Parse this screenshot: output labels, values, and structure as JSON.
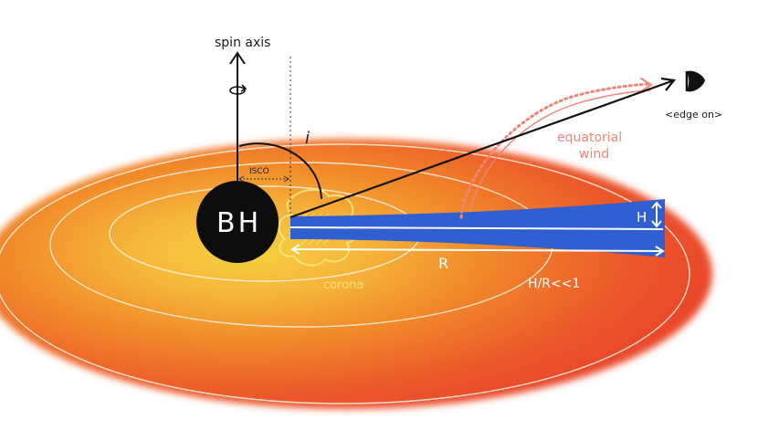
{
  "labels": {
    "spin_axis": "spin axis",
    "inclination": "i",
    "isco": "ISCO",
    "black_hole": "BH",
    "corona": "corona",
    "equatorial_wind_line1": "equatorial",
    "equatorial_wind_line2": "wind",
    "observer": "<edge on>",
    "height": "H",
    "radius": "R",
    "aspect_ratio": "H/R<<1"
  },
  "colors": {
    "disk_outer": "#e8482b",
    "disk_mid": "#f28a2a",
    "disk_inner": "#f6c53a",
    "black_hole": "#0d0d0d",
    "thin_disk_wedge": "#2f5fd0",
    "wind": "#f0857a",
    "corona": "#f4e07a",
    "ring": "#fff3e6"
  },
  "icons": {
    "observer": "eye-icon",
    "spin": "rotation-arrow-icon"
  }
}
